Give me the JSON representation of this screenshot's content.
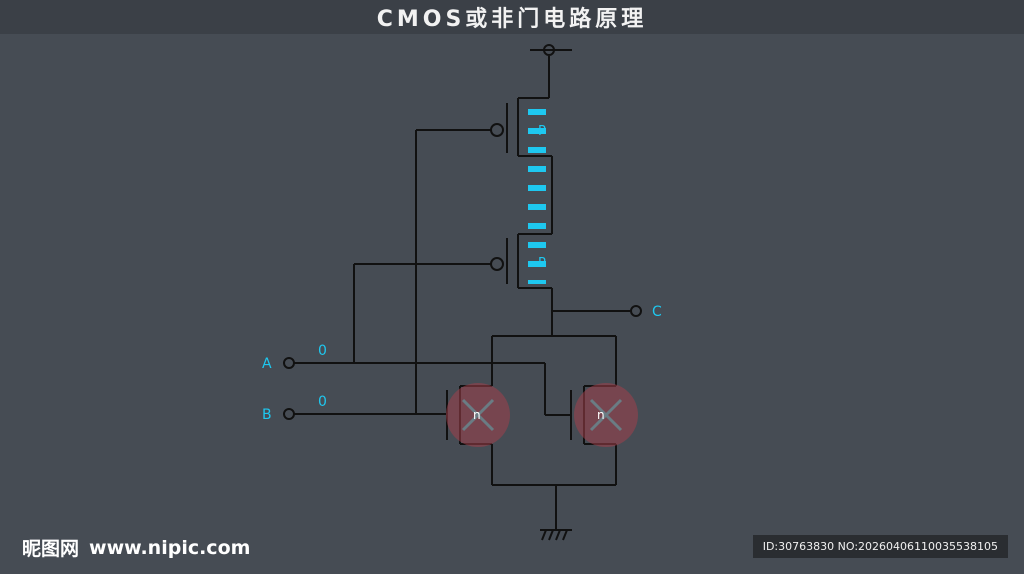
{
  "title": "CMOS或非门电路原理",
  "inputs": {
    "a_label": "A",
    "a_value": "0",
    "b_label": "B",
    "b_value": "0"
  },
  "output": {
    "c_label": "C"
  },
  "transistors": {
    "p_top_label": "P",
    "p_bottom_label": "P",
    "n_left_label": "n",
    "n_right_label": "n"
  },
  "colors": {
    "wire": "#111111",
    "accent": "#1ec8f0",
    "blocked": "#a0404a"
  },
  "watermark": {
    "logo_text": "昵图网",
    "site": "www.nipic.com",
    "id_text": "ID:30763830 NO:20260406110035538105"
  }
}
